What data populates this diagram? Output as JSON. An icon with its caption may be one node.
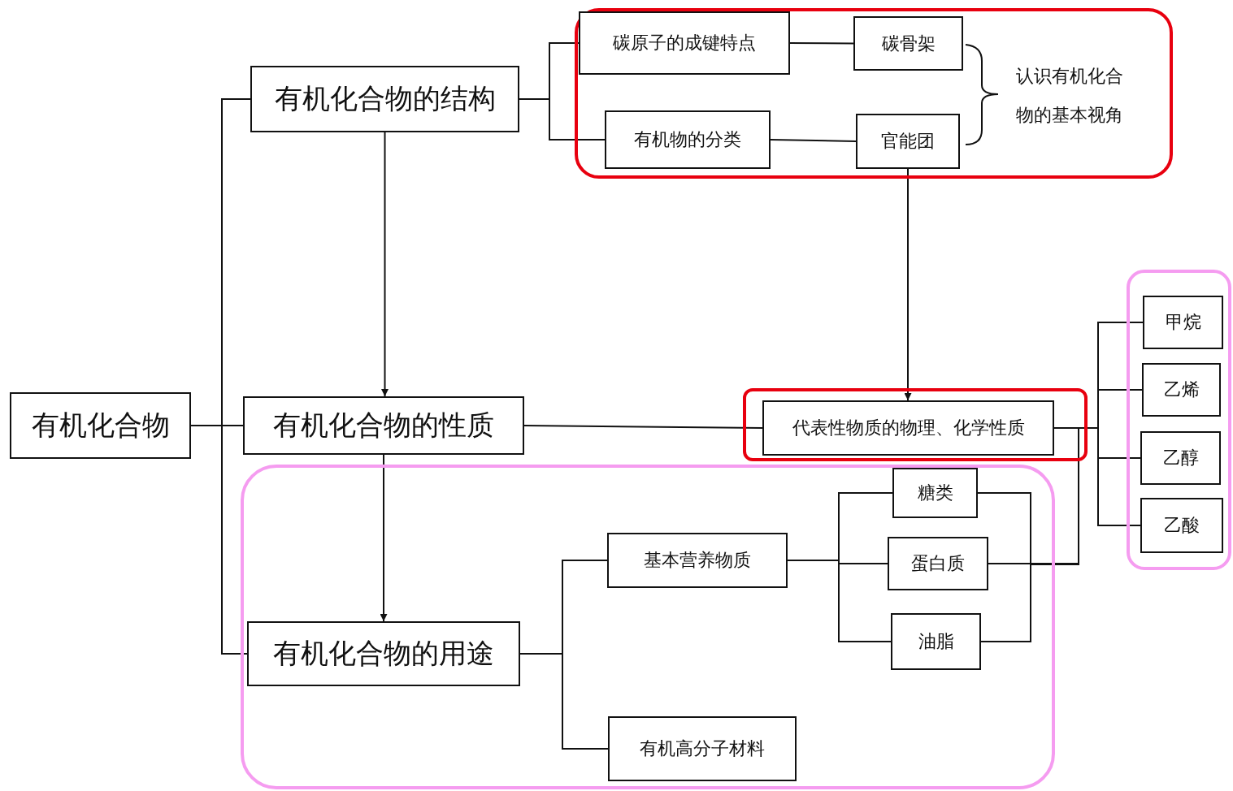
{
  "diagram": {
    "nodes": [
      {
        "text": [
          "有机化合物"
        ]
      },
      {
        "text": [
          "有机化合物的结构"
        ]
      },
      {
        "text": [
          "认识有机化合物的基本视角"
        ]
      },
      {
        "text": [
          "碳原子的成键特点"
        ],
        "in": 2
      },
      {
        "text": [
          "碳骨架"
        ],
        "in": 2
      },
      {
        "text": [
          "有机物的分类"
        ],
        "in": 2
      },
      {
        "text": [
          "官能团"
        ],
        "in": 2
      },
      {
        "text": [
          "有机化合物的性质"
        ]
      },
      {
        "text": [],
        "shape": "box"
      },
      {
        "text": [
          "代表性物质的物理、化学性质"
        ],
        "in": 8
      },
      {
        "text": [],
        "shape": "box"
      },
      {
        "text": [
          "甲烷"
        ],
        "in": 10
      },
      {
        "text": [
          "乙烯"
        ],
        "in": 10
      },
      {
        "text": [
          "乙醇"
        ],
        "in": 10
      },
      {
        "text": [
          "乙酸"
        ],
        "in": 10
      },
      {
        "text": [],
        "shape": "box"
      },
      {
        "text": [
          "有机化合物的用途"
        ],
        "in": 15
      },
      {
        "text": [
          "基本营养物质"
        ],
        "in": 15
      },
      {
        "text": [
          "糖类"
        ],
        "in": 15
      },
      {
        "text": [
          "蛋白质"
        ],
        "in": 15
      },
      {
        "text": [
          "油脂"
        ],
        "in": 15
      },
      {
        "text": [
          "有机高分子材料"
        ],
        "in": 15
      }
    ],
    "edges": [
      {
        "from": 0,
        "to": 1,
        "arrow": "none"
      },
      {
        "from": 0,
        "to": 7,
        "arrow": "none"
      },
      {
        "from": 0,
        "to": 16,
        "arrow": "none"
      },
      {
        "from": 1,
        "to": 3,
        "arrow": "none"
      },
      {
        "from": 1,
        "to": 5,
        "arrow": "none"
      },
      {
        "from": 3,
        "to": 4,
        "arrow": "none"
      },
      {
        "from": 5,
        "to": 6,
        "arrow": "none"
      },
      {
        "from": 1,
        "to": 7,
        "arrow": "to"
      },
      {
        "from": 6,
        "to": 9,
        "arrow": "to"
      },
      {
        "from": 7,
        "to": 9,
        "arrow": "none"
      },
      {
        "from": 7,
        "to": 16,
        "arrow": "to"
      },
      {
        "from": 9,
        "to": 11,
        "arrow": "none"
      },
      {
        "from": 9,
        "to": 12,
        "arrow": "none"
      },
      {
        "from": 9,
        "to": 13,
        "arrow": "none"
      },
      {
        "from": 9,
        "to": 14,
        "arrow": "none"
      },
      {
        "from": 16,
        "to": 17,
        "arrow": "none"
      },
      {
        "from": 16,
        "to": 21,
        "arrow": "none"
      },
      {
        "from": 17,
        "to": 18,
        "arrow": "none"
      },
      {
        "from": 17,
        "to": 19,
        "arrow": "none"
      },
      {
        "from": 17,
        "to": 20,
        "arrow": "none"
      },
      {
        "from": 18,
        "to": 9,
        "arrow": "none"
      },
      {
        "from": 19,
        "to": 9,
        "arrow": "none"
      },
      {
        "from": 20,
        "to": 9,
        "arrow": "none"
      }
    ]
  }
}
